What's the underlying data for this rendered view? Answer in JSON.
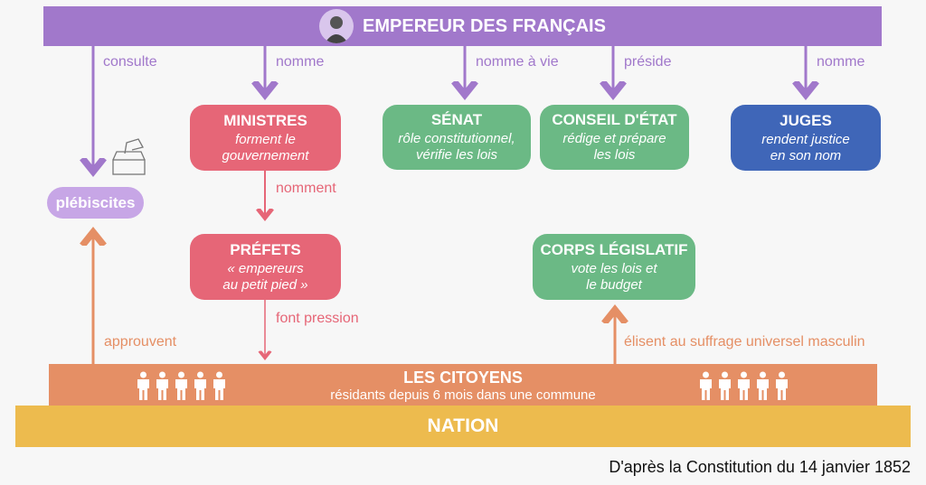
{
  "header": {
    "title": "EMPEREUR DES FRANÇAIS",
    "portrait_icon": "emperor-portrait"
  },
  "links": {
    "consulte": "consulte",
    "nomme_ministres": "nomme",
    "nomme_a_vie": "nomme à vie",
    "preside": "préside",
    "nomme_juges": "nomme",
    "nomment": "nomment",
    "font_pression": "font pression",
    "approuvent": "approuvent",
    "elisent": "élisent au suffrage universel masculin"
  },
  "plebiscites": {
    "label": "plébiscites",
    "icon": "ballot-box-icon"
  },
  "ministres": {
    "title": "MINISTRES",
    "desc": "forment le\ngouvernement"
  },
  "senat": {
    "title": "SÉNAT",
    "desc": "rôle constitutionnel,\nvérifie les lois"
  },
  "conseil": {
    "title": "CONSEIL D'ÉTAT",
    "desc": "rédige et prépare\nles lois"
  },
  "juges": {
    "title": "JUGES",
    "desc": "rendent justice\nen son nom"
  },
  "prefets": {
    "title": "PRÉFETS",
    "desc": "« empereurs\nau petit pied »"
  },
  "corps": {
    "title": "CORPS LÉGISLATIF",
    "desc": "vote les lois et\nle budget"
  },
  "citoyens": {
    "title": "LES CITOYENS",
    "desc": "résidants depuis 6 mois dans une commune"
  },
  "nation": {
    "title": "NATION"
  },
  "footer": "D'après la Constitution du 14 janvier 1852",
  "colors": {
    "purple": "#a178cb",
    "red": "#e66677",
    "green": "#6bb985",
    "blue": "#3f66b8",
    "orange": "#e58f65",
    "yellow": "#edbb4e"
  }
}
